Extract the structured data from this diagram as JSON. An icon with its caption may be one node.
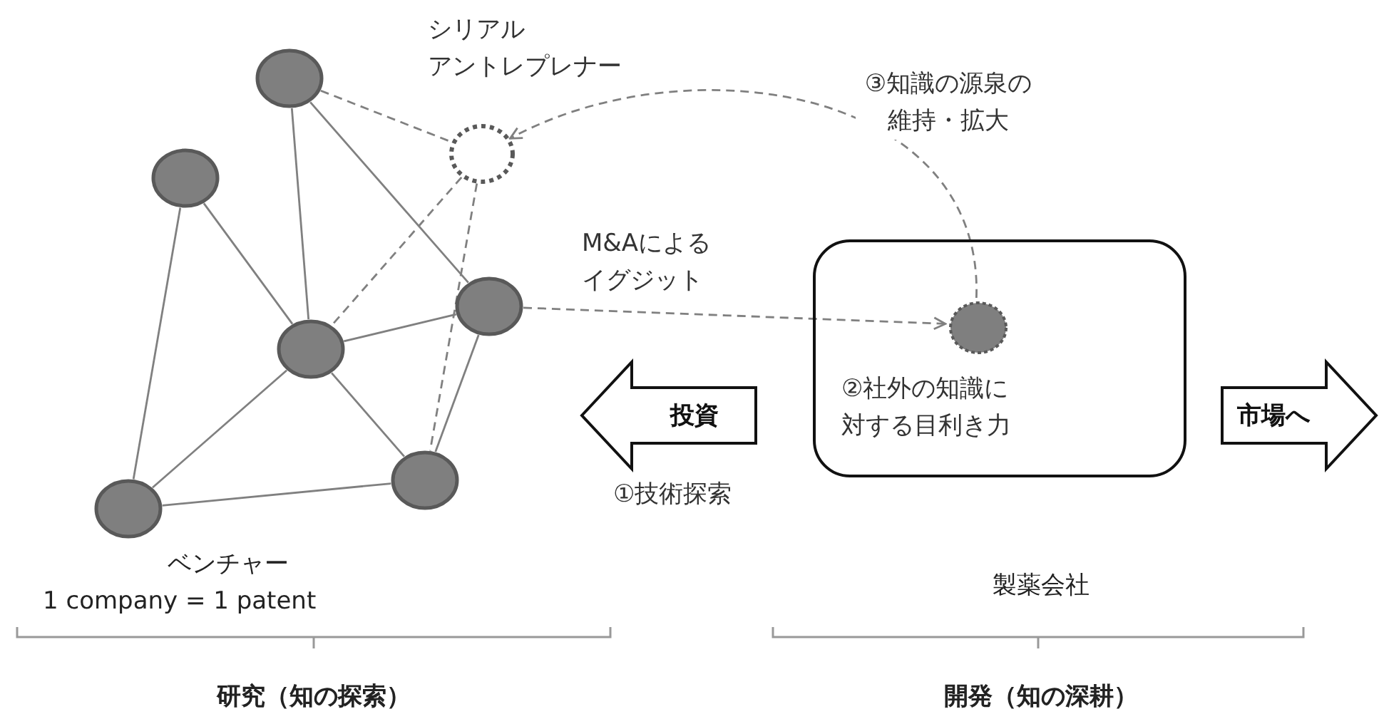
{
  "diagram": {
    "nodes": [
      {
        "text": [],
        "shape": "circle"
      },
      {
        "text": [],
        "shape": "circle"
      },
      {
        "text": [],
        "shape": "circle",
        "beside": [
          "シリアルアントレプレナー"
        ]
      },
      {
        "text": [],
        "shape": "circle"
      },
      {
        "text": [],
        "shape": "circle"
      },
      {
        "text": [],
        "shape": "circle"
      },
      {
        "text": [],
        "shape": "circle"
      },
      {
        "text": [
          "②社外の知識に対する目利き力"
        ]
      },
      {
        "text": [],
        "shape": "circle",
        "in": 7
      },
      {
        "text": [
          "投資"
        ],
        "beside": [
          "①技術探索"
        ]
      },
      {
        "text": [
          "市場へ"
        ]
      }
    ],
    "edges": [
      {
        "from": 0,
        "to": 4,
        "arrow": "none"
      },
      {
        "from": 0,
        "to": 3,
        "arrow": "none"
      },
      {
        "from": 1,
        "to": 4,
        "arrow": "none"
      },
      {
        "from": 1,
        "to": 6,
        "arrow": "none"
      },
      {
        "from": 4,
        "to": 3,
        "arrow": "none"
      },
      {
        "from": 4,
        "to": 6,
        "arrow": "none"
      },
      {
        "from": 4,
        "to": 5,
        "arrow": "none"
      },
      {
        "from": 3,
        "to": 5,
        "arrow": "none"
      },
      {
        "from": 6,
        "to": 5,
        "arrow": "none"
      },
      {
        "from": 0,
        "to": 2,
        "arrow": "none",
        "style": "dashed"
      },
      {
        "from": 2,
        "to": 4,
        "arrow": "none",
        "style": "dashed"
      },
      {
        "from": 2,
        "to": 5,
        "arrow": "none",
        "style": "dashed"
      },
      {
        "from": 3,
        "to": 8,
        "arrow": "to",
        "style": "dashed",
        "label": "M&Aによるイグジット"
      },
      {
        "from": 8,
        "to": 2,
        "arrow": "to",
        "style": "dashed",
        "label": "③知識の源泉の維持・拡大"
      }
    ],
    "labels": [
      "ベンチャー",
      "1 company = 1 patent",
      "製薬会社",
      "研究（知の探索）",
      "開発（知の深耕）"
    ]
  }
}
